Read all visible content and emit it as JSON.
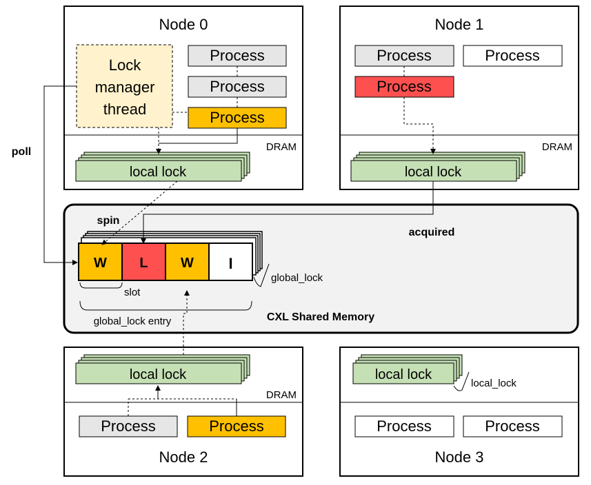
{
  "nodes": {
    "node0": {
      "title": "Node 0",
      "dram": "DRAM",
      "lock_manager": [
        "Lock",
        "manager",
        "thread"
      ],
      "processes": [
        "Process",
        "Process",
        "Process"
      ],
      "local_lock": "local lock"
    },
    "node1": {
      "title": "Node 1",
      "dram": "DRAM",
      "processes": [
        "Process",
        "Process",
        "Process"
      ],
      "local_lock": "local lock"
    },
    "node2": {
      "title": "Node 2",
      "dram": "DRAM",
      "processes": [
        "Process",
        "Process"
      ],
      "local_lock": "local lock"
    },
    "node3": {
      "title": "Node 3",
      "processes": [
        "Process",
        "Process"
      ],
      "local_lock": "local lock",
      "local_lock_label": "local_lock"
    }
  },
  "cxl": {
    "title": "CXL Shared Memory",
    "slots": [
      "W",
      "L",
      "W",
      "I"
    ],
    "slot_label": "slot",
    "entry_label": "global_lock entry",
    "global_lock_label": "global_lock"
  },
  "labels": {
    "poll": "poll",
    "spin": "spin",
    "acquired": "acquired"
  },
  "colors": {
    "orange": "#ffc000",
    "red": "#ff5050",
    "grey": "#e7e6e6",
    "green": "#c5e0b4",
    "manager": "#fff2cc",
    "cxl_bg": "#f2f2f2"
  }
}
